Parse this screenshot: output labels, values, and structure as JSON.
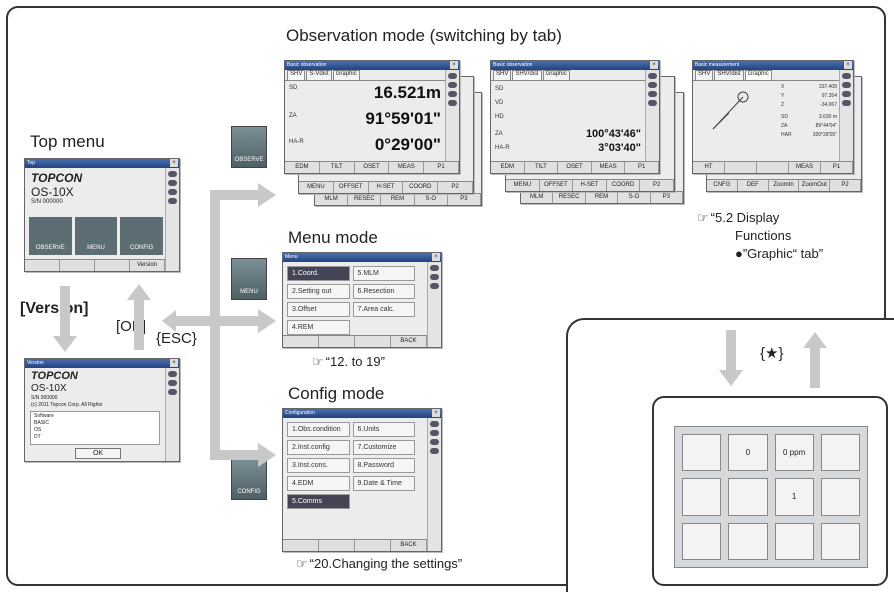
{
  "labels": {
    "top_menu": "Top menu",
    "observation_mode": "Observation mode (switching by tab)",
    "menu_mode": "Menu mode",
    "config_mode": "Config mode",
    "version": "[Version]",
    "ok": "[OK]",
    "esc": "{ESC}",
    "star": "{★}"
  },
  "refs": {
    "display_functions": "“5.2 Display",
    "display_functions_2": "Functions",
    "graphic_tab": "●”Graphic“ tab”",
    "menu_ref": "“12. to 19”",
    "config_ref": "“20.Changing the settings”"
  },
  "icons": {
    "observe": "OBSERVE",
    "menu": "MENU",
    "config": "CONFIG"
  },
  "top_screen": {
    "title": "Top",
    "brand": "TOPCON",
    "model": "OS-10X",
    "serial": "S/N  000000",
    "buttons": [
      "OBSERVE",
      "MENU",
      "CONFIG"
    ],
    "softkey": "Version"
  },
  "version_screen": {
    "title": "Version",
    "brand": "TOPCON",
    "model": "OS-10X",
    "serial": "S/N          000000",
    "copyright": "(c) 2011 Topcon Corp. All Rights",
    "software": [
      "Software",
      "BASIC",
      "OS",
      "DT"
    ],
    "ok": "OK"
  },
  "obs1": {
    "title": "Basic observation",
    "tabs": [
      "SHV",
      "S-Vdist",
      "Graphic"
    ],
    "rows": [
      {
        "label": "SD",
        "value": "16.521m"
      },
      {
        "label": "ZA",
        "value": "91°59'01\""
      },
      {
        "label": "HA-R",
        "value": "0°29'00\""
      }
    ],
    "softkeys": [
      "EDM",
      "TILT",
      "OSET",
      "MEAS",
      "P1"
    ],
    "softkeys2": [
      "MENU",
      "OFFSET",
      "H-SET",
      "COORD",
      "P2"
    ],
    "softkeys3": [
      "MLM",
      "RESEC",
      "REM",
      "S-O",
      "P3"
    ]
  },
  "obs2": {
    "title": "Basic observation",
    "tabs": [
      "SHV",
      "SHV/dist",
      "Graphic"
    ],
    "rows": [
      {
        "label": "SD",
        "value": ""
      },
      {
        "label": "VD",
        "value": ""
      },
      {
        "label": "HD",
        "value": ""
      },
      {
        "label": "ZA",
        "value": "100°43'46\""
      },
      {
        "label": "HA-R",
        "value": "3°03'40\""
      }
    ],
    "softkeys": [
      "EDM",
      "TILT",
      "OSET",
      "MEAS",
      "P1"
    ],
    "softkeys2": [
      "MENU",
      "OFFSET",
      "H-SET",
      "COORD",
      "P2"
    ],
    "softkeys3": [
      "MLM",
      "RESEC",
      "REM",
      "S-O",
      "P3"
    ]
  },
  "obs3": {
    "title": "Basic measurement",
    "tabs": [
      "SHV",
      "SHV/dist",
      "Graphic"
    ],
    "rows": [
      {
        "label": "X",
        "value": "337.408"
      },
      {
        "label": "Y",
        "value": "97.354"
      },
      {
        "label": "Z",
        "value": "-34.067"
      },
      {
        "label": "SD",
        "value": "3.630 m"
      },
      {
        "label": "ZA",
        "value": "89°44'04\""
      },
      {
        "label": "HAR",
        "value": "300°28'05\""
      }
    ],
    "softkeys": [
      "HT",
      "",
      "",
      "MEAS",
      "P1"
    ],
    "softkeys2": [
      "CNFG",
      "DEF",
      "ZoomIn",
      "ZoomOut",
      "P2"
    ]
  },
  "menu_screen": {
    "title": "Menu",
    "items": [
      "1.Coord.",
      "5.MLM",
      "2.Setting out",
      "6.Resection",
      "3.Offset",
      "7.Area calc.",
      "4.REM"
    ],
    "back": "BACK"
  },
  "config_screen": {
    "title": "Configuration",
    "items": [
      "1.Obs.condition",
      "6.Units",
      "2.Inst.config",
      "7.Customize",
      "3.Inst.cons.",
      "8.Password",
      "4.EDM",
      "9.Date & Time",
      "5.Comms"
    ],
    "back": "BACK"
  },
  "star_panel": {
    "keys": [
      "",
      "0",
      "0 ppm",
      "",
      "",
      "",
      "1",
      "",
      "",
      "",
      "",
      ""
    ]
  }
}
